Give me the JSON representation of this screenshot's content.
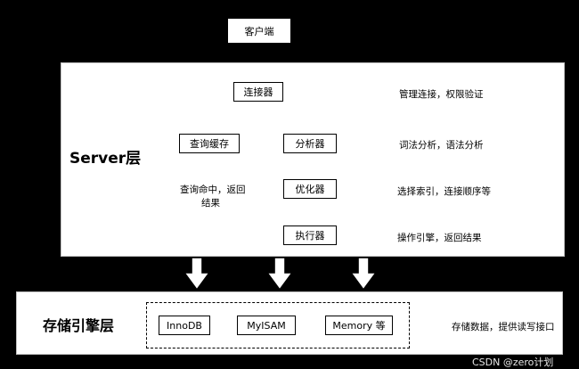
{
  "client": {
    "label": "客户端"
  },
  "server": {
    "label": "Server层",
    "connector": {
      "label": "连接器",
      "note": "管理连接，权限验证"
    },
    "cache": {
      "label": "查询缓存",
      "note_line1": "查询命中，返回",
      "note_line2": "结果"
    },
    "analyzer": {
      "label": "分析器",
      "note": "词法分析，语法分析"
    },
    "optimizer": {
      "label": "优化器",
      "note": "选择索引，连接顺序等"
    },
    "executor": {
      "label": "执行器",
      "note": "操作引擎，返回结果"
    }
  },
  "storage": {
    "label": "存储引擎层",
    "engines": [
      "InnoDB",
      "MyISAM",
      "Memory 等"
    ],
    "note": "存储数据，提供读写接口"
  },
  "watermark": "CSDN @zero计划"
}
